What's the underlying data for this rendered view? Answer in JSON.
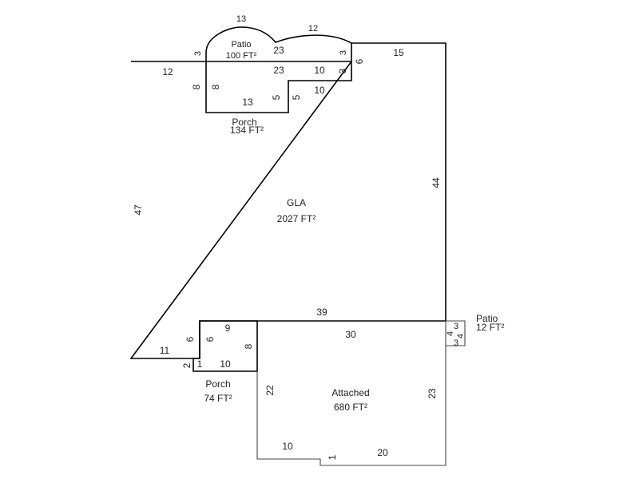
{
  "areas": {
    "gla": {
      "name": "GLA",
      "area": "2027 FT²"
    },
    "porch_top": {
      "name": "Porch",
      "area": "134 FT²"
    },
    "patio_top": {
      "name": "Patio",
      "area": "100 FT²"
    },
    "porch_bottom": {
      "name": "Porch",
      "area": "74 FT²"
    },
    "attached": {
      "name": "Attached",
      "area": "680 FT²"
    },
    "patio_right": {
      "name": "Patio",
      "area": "12 FT²"
    }
  },
  "dimensions": {
    "gla": {
      "top_left": "12",
      "left": "47",
      "top_right": "15",
      "right": "44",
      "step": "6",
      "bottom": "39",
      "bottom_left": "11",
      "left_step": "6"
    },
    "porch_top": {
      "left_outer": "8",
      "left_inner": "8",
      "bottom": "13",
      "step_inner": "5",
      "step_outer": "5",
      "step_top": "10",
      "top": "23",
      "top_right": "10",
      "right": "3"
    },
    "patio_top": {
      "arc_left": "13",
      "arc_right": "12",
      "left": "3",
      "right": "3",
      "bottom": "23"
    },
    "porch_bottom": {
      "top": "9",
      "left": "6",
      "right": "8",
      "bottom": "10",
      "step_v": "2",
      "step_h": "1"
    },
    "attached": {
      "top": "30",
      "left": "22",
      "right": "23",
      "bottom_left": "10",
      "step": "1",
      "bottom_right": "20"
    },
    "patio_right": {
      "top": "3",
      "bottom": "3",
      "left": "4",
      "right": "4"
    }
  }
}
